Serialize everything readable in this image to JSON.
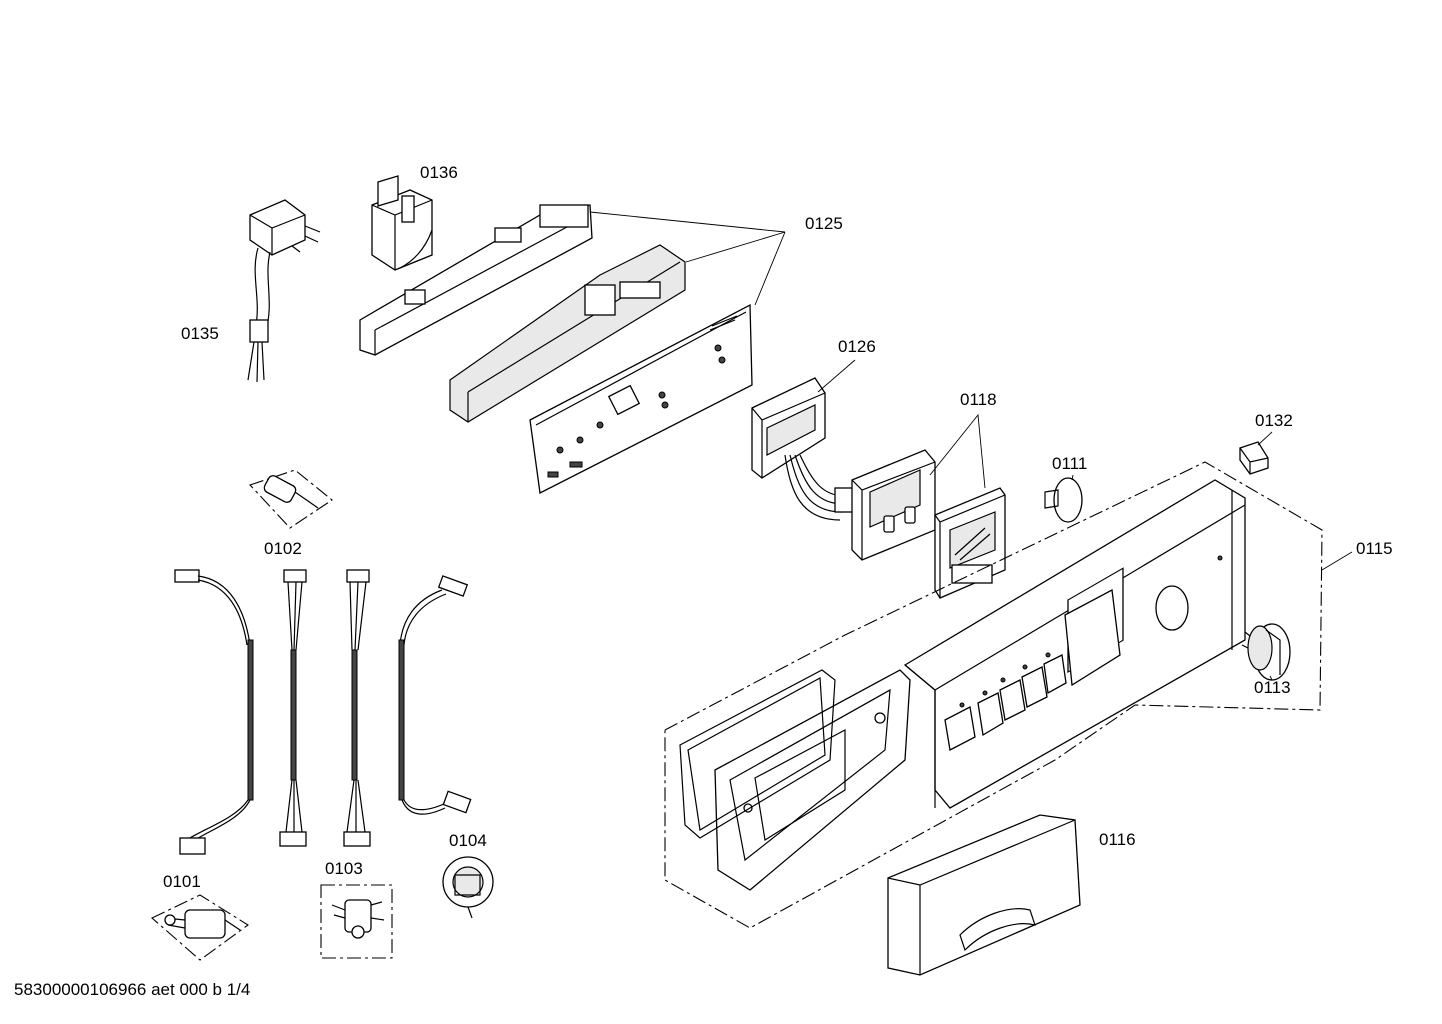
{
  "labels": {
    "p0136": "0136",
    "p0125": "0125",
    "p0135": "0135",
    "p0126": "0126",
    "p0118": "0118",
    "p0111": "0111",
    "p0132": "0132",
    "p0115": "0115",
    "p0102": "0102",
    "p0113": "0113",
    "p0116": "0116",
    "p0104": "0104",
    "p0101": "0101",
    "p0103": "0103"
  },
  "footer": {
    "doc_code": "58300000106966 aet 000 b 1/4"
  }
}
